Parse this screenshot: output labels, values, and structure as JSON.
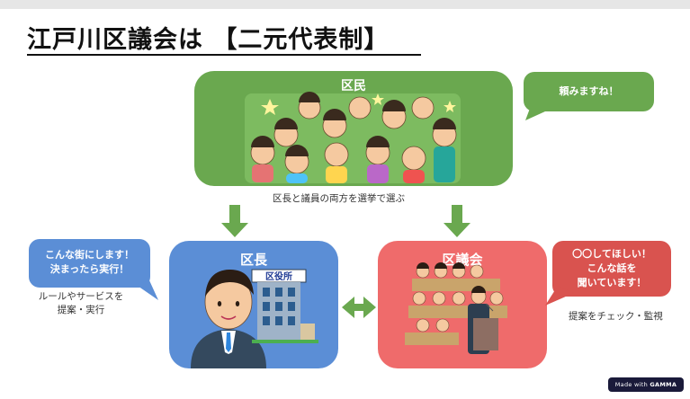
{
  "title": "江戸川区議会は 【二元代表制】",
  "citizens": {
    "label": "区民"
  },
  "mayor": {
    "label": "区長",
    "building_sign": "区役所"
  },
  "assembly": {
    "label": "区議会"
  },
  "speech": {
    "citizens": "頼みますね！",
    "mayor": [
      "こんな街にします！",
      "決まったら実行！"
    ],
    "assembly": [
      "〇〇してほしい！",
      "こんな話を",
      "聞いています！"
    ]
  },
  "captions": {
    "election": "区長と議員の両方を選挙で選ぶ",
    "mayor_role": [
      "ルールやサービスを",
      "提案・実行"
    ],
    "assembly_role": "提案をチェック・監視"
  },
  "badge": {
    "prefix": "Made with",
    "brand": "GAMMA"
  },
  "colors": {
    "green": "#6aa84f",
    "blue": "#5b8ed6",
    "red": "#ef6b6b",
    "bubble_red": "#d9534f",
    "arrow_green": "#6aa84f"
  },
  "icons": [
    "crowd-illustration",
    "mayor-illustration",
    "city-hall-icon",
    "assembly-illustration",
    "double-arrow-icon",
    "down-arrow-icon"
  ]
}
